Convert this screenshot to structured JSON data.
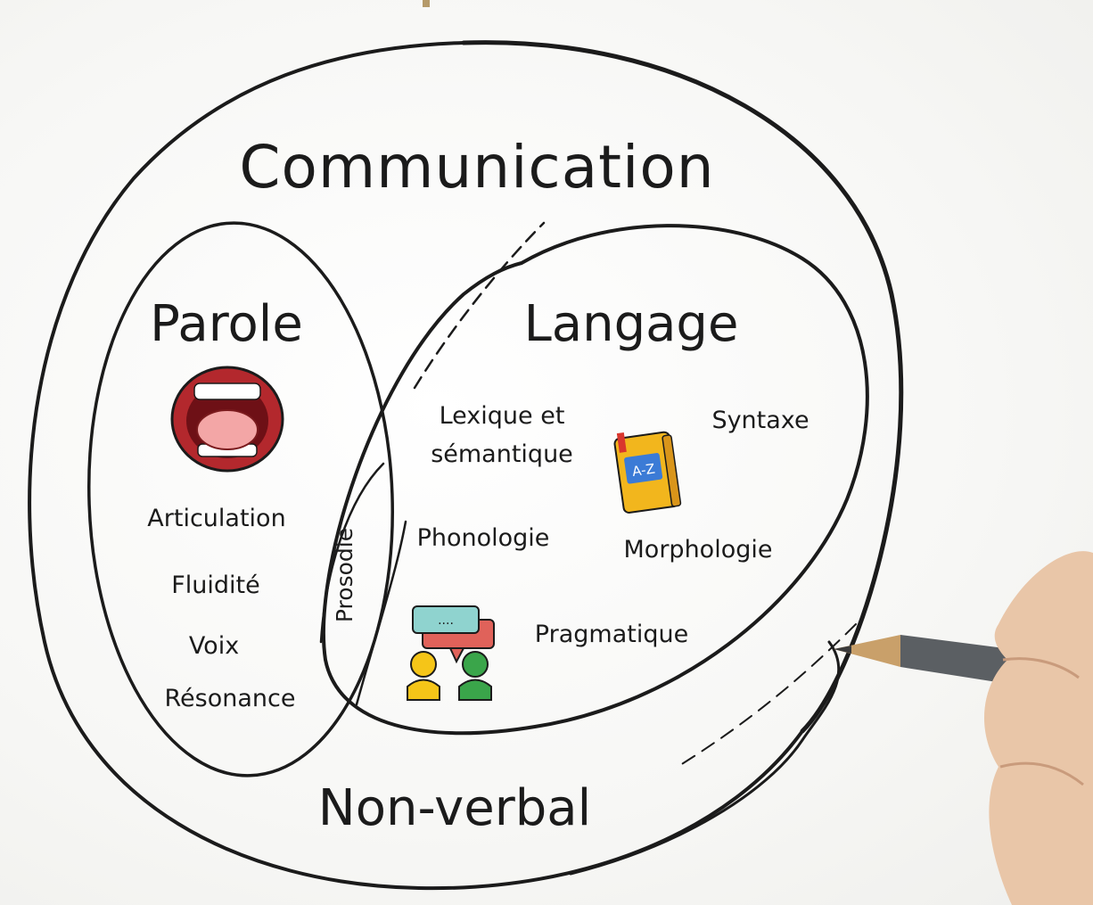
{
  "diagram": {
    "outer_label": "Communication",
    "bottom_label": "Non-verbal",
    "overlap_label": "Prosodie",
    "parole": {
      "label": "Parole",
      "icon": "mouth-icon",
      "items": [
        "Articulation",
        "Fluidité",
        "Voix",
        "Résonance"
      ]
    },
    "langage": {
      "label": "Langage",
      "items": {
        "lexique_line1": "Lexique et",
        "lexique_line2": "sémantique",
        "syntaxe": "Syntaxe",
        "phonologie": "Phonologie",
        "morphologie": "Morphologie",
        "pragmatique": "Pragmatique"
      },
      "icons": [
        "dictionary-icon",
        "conversation-icon"
      ],
      "dictionary_text": "A-Z",
      "speech_bubble_text": "...."
    }
  },
  "colors": {
    "ink": "#1b1b1b",
    "mouth_red": "#b3282d",
    "book_yellow": "#f2b61d",
    "person_yellow": "#f5c518",
    "person_green": "#3aa54a",
    "bubble_teal": "#8fd3cf",
    "bubble_red": "#e0625a",
    "pencil_wood": "#c9a06a",
    "skin": "#e9c6a8"
  }
}
